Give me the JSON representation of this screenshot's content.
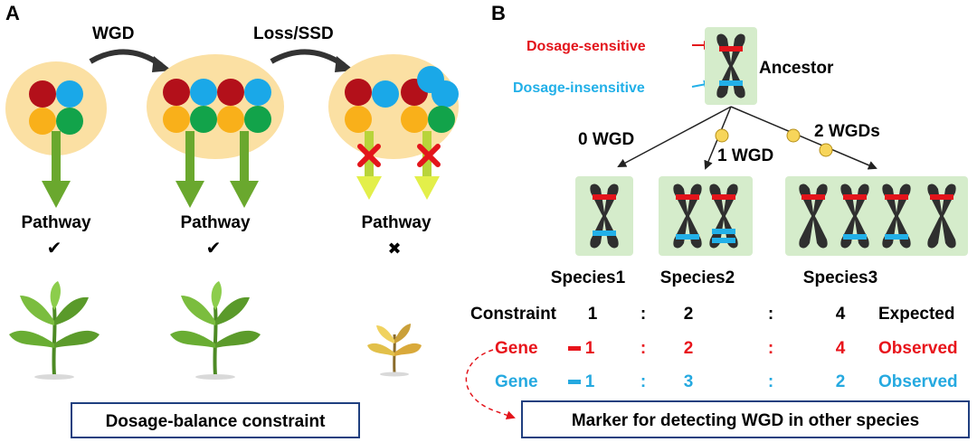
{
  "panel_a": {
    "label": "A",
    "arrow_wgd_label": "WGD",
    "arrow_loss_label": "Loss/SSD",
    "pathway_label": "Pathway",
    "check_glyph": "✔",
    "cross_glyph": "✖",
    "caption": "Dosage-balance constraint"
  },
  "panel_b": {
    "label": "B",
    "dosage_sensitive": "Dosage-sensitive",
    "dosage_insensitive": "Dosage-insensitive",
    "ancestor": "Ancestor",
    "branch_0": "0 WGD",
    "branch_1": "1 WGD",
    "branch_2": "2 WGDs",
    "species": [
      "Species1",
      "Species2",
      "Species3"
    ],
    "table": {
      "constraint": {
        "label": "Constraint",
        "values": [
          "1",
          "2",
          "4"
        ],
        "status": "Expected"
      },
      "gene_red": {
        "label": "Gene",
        "values": [
          "1",
          "2",
          "4"
        ],
        "status": "Observed"
      },
      "gene_blue": {
        "label": "Gene",
        "values": [
          "1",
          "3",
          "2"
        ],
        "status": "Observed"
      },
      "separator": ":"
    },
    "marker_caption": "Marker for detecting WGD in other species"
  },
  "colors": {
    "dosage_sensitive": "#e3141b",
    "dosage_insensitive": "#22b0e8",
    "pathway_arrow": "#6aa82e",
    "broken_arrow": "#d8e84a",
    "blob": "#fbe0a3",
    "chromosome_box": "#d5eccb",
    "chromosome": "#2f2f2f",
    "caption_border": "#1f3f7f",
    "node": "#f7d55a",
    "gene_red": "#e8141b",
    "gene_blue": "#25a9e0",
    "plant_green": "#5c9b2b",
    "plant_dead": "#e2c04a"
  }
}
